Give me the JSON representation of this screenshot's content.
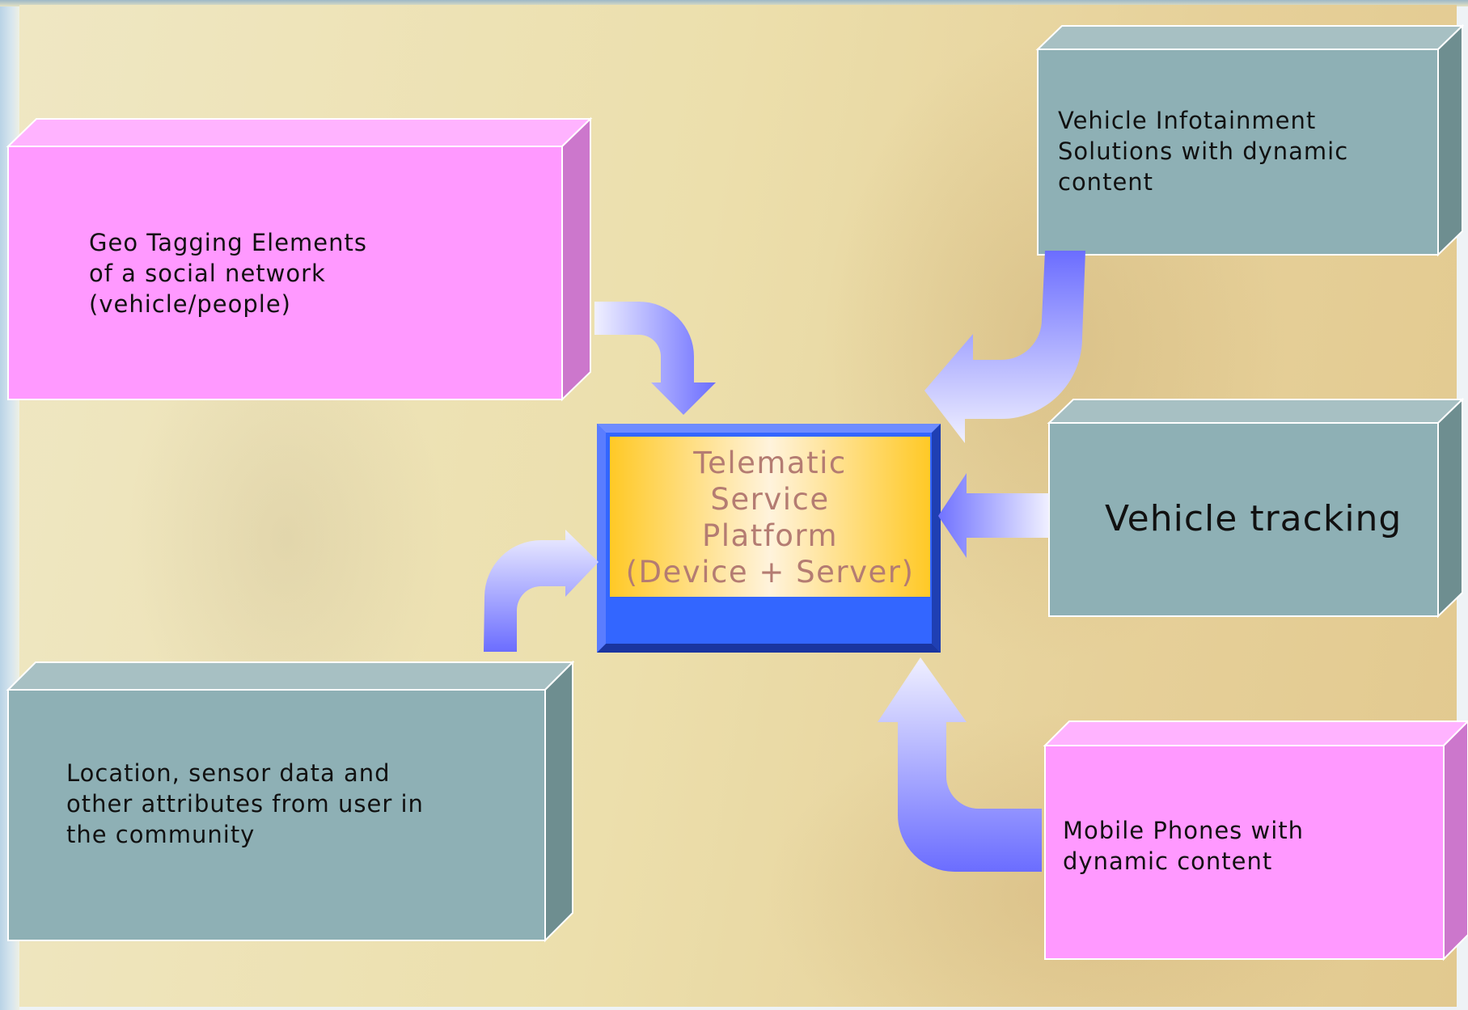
{
  "colors": {
    "pink": "#ff99ff",
    "teal": "#8eb0b5",
    "platform_blue": "#3366ff",
    "platform_gold": "#ffcc33",
    "arrow_blue": "#7a7cff",
    "text": "#111111",
    "platform_text": "#b47c72"
  },
  "diagram": {
    "platform": {
      "label": "Telematic\nService\nPlatform\n(Device + Server)"
    },
    "nodes": {
      "geo_tagging": {
        "label": "Geo Tagging Elements\nof a social network\n(vehicle/people)"
      },
      "infotainment": {
        "label": "Vehicle Infotainment\nSolutions with dynamic\ncontent"
      },
      "tracking": {
        "label": "Vehicle tracking"
      },
      "location": {
        "label": "Location, sensor data and\nother attributes from user in\nthe community"
      },
      "mobile": {
        "label": "Mobile Phones with\ndynamic content"
      }
    },
    "edges": [
      {
        "from": "geo_tagging",
        "to": "platform"
      },
      {
        "from": "infotainment",
        "to": "platform"
      },
      {
        "from": "tracking",
        "to": "platform"
      },
      {
        "from": "location",
        "to": "platform"
      },
      {
        "from": "mobile",
        "to": "platform"
      }
    ]
  }
}
